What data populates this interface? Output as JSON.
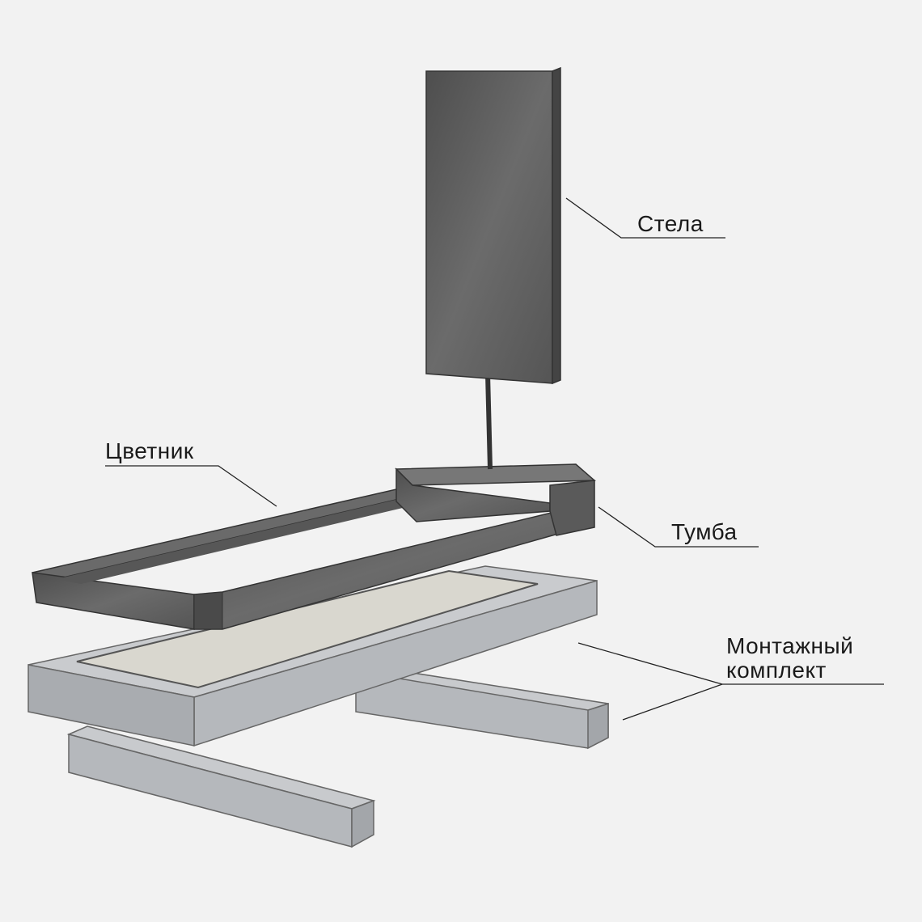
{
  "labels": {
    "stela": "Стела",
    "tsvetnik": "Цветник",
    "tumba": "Тумба",
    "montazh_line1": "Монтажный",
    "montazh_line2": "комплект"
  },
  "colors": {
    "background": "#f2f2f2",
    "granite": "#5e5e5e",
    "granite_dark": "#3f3f3f",
    "concrete": "#b9bcc0",
    "sand": "#d9d7cf",
    "line": "#222222"
  }
}
